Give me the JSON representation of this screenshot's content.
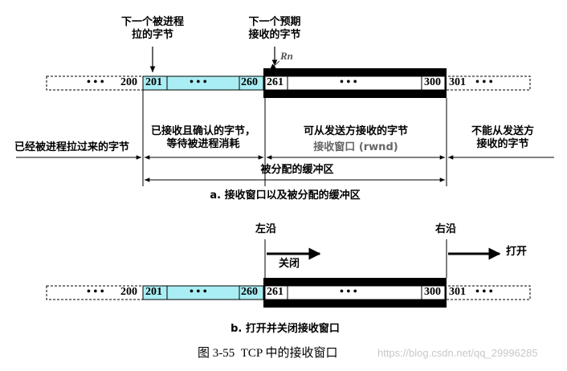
{
  "top": {
    "next_pulled_label": "下一个被进程\n拉的字节",
    "next_expected_label": "下一个预期\n接收的字节",
    "r_symbol": "Rn",
    "bar": {
      "dots": "• • •",
      "n200": "200",
      "n201": "201",
      "n260": "260",
      "n261": "261",
      "n300": "300",
      "n301": "301"
    },
    "region_pulled": "已经被进程拉过来的字节",
    "region_acked": "已接收且确认的字节，\n等待被进程消耗",
    "region_receivable": "可从发送方接收的字节",
    "region_rwnd": "接收窗口 (rwnd)",
    "region_cannot": "不能从发送方\n接收的字节",
    "buffer_label": "被分配的缓冲区",
    "caption_a": "a. 接收窗口以及被分配的缓冲区"
  },
  "bottom": {
    "left_edge": "左沿",
    "right_edge": "右沿",
    "close": "关闭",
    "open": "打开",
    "caption_b": "b. 打开并关闭接收窗口"
  },
  "figure_caption": "图 3-55  TCP 中的接收窗口",
  "watermark": "https://blog.csdn.net/qq_29996285",
  "colors": {
    "cyan": "#a9eef4",
    "black": "#000000",
    "watermark": "#c8c8c8"
  }
}
